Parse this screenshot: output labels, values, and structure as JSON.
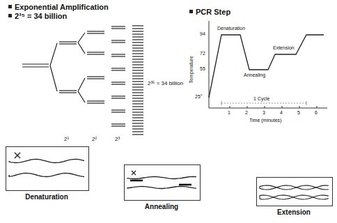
{
  "diagram": {
    "nodes": [
      {
        "text": [
          "Denaturation"
        ]
      },
      {
        "text": [
          "Annealing"
        ]
      },
      {
        "text": [
          "Extension"
        ]
      }
    ],
    "labels": [
      "Exponential Amplification",
      "2³⁵ = 34 billion",
      "PCR Step",
      "94",
      "72",
      "55",
      "25°",
      "Denaturation",
      "Annealing",
      "Extension",
      "1 Cycle",
      "1",
      "2",
      "3",
      "4",
      "5",
      "6",
      "Time (minutes)",
      "Temperature",
      "2¹",
      "2²",
      "2³",
      "2³⁵ = 34 billion"
    ]
  }
}
